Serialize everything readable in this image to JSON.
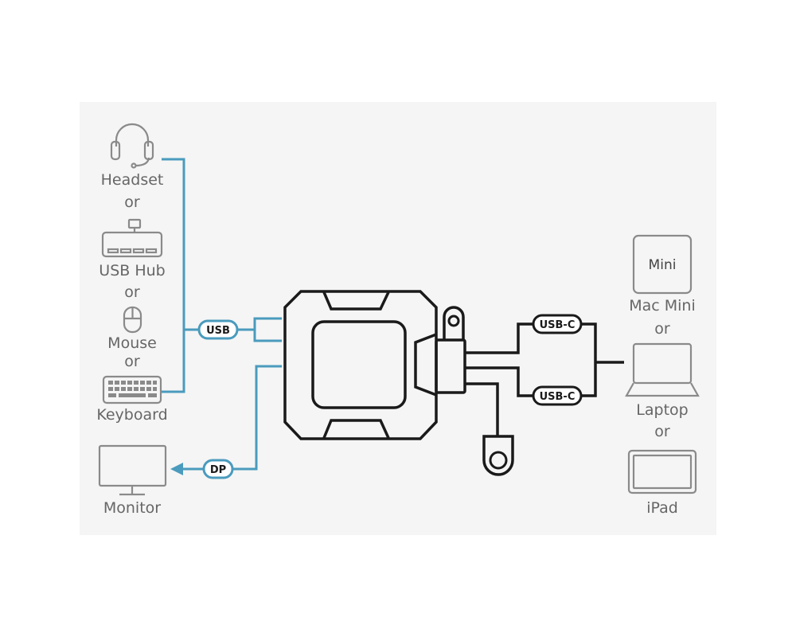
{
  "left_devices": {
    "headset": "Headset",
    "or_1": "or",
    "usb_hub": "USB Hub",
    "or_2": "or",
    "mouse": "Mouse",
    "or_3": "or",
    "keyboard": "Keyboard",
    "monitor": "Monitor"
  },
  "connectors": {
    "usb": "USB",
    "dp": "DP",
    "usbc_top": "USB-C",
    "usbc_bottom": "USB-C"
  },
  "right_devices": {
    "mac_mini_face": "Mini",
    "mac_mini": "Mac Mini",
    "or_1": "or",
    "laptop": "Laptop",
    "or_2": "or",
    "ipad": "iPad"
  },
  "colors": {
    "panel_bg": "#f5f5f5",
    "device_gray": "#8a8a8a",
    "cable_blue": "#4a9bbd",
    "cable_black": "#1a1a1a"
  }
}
